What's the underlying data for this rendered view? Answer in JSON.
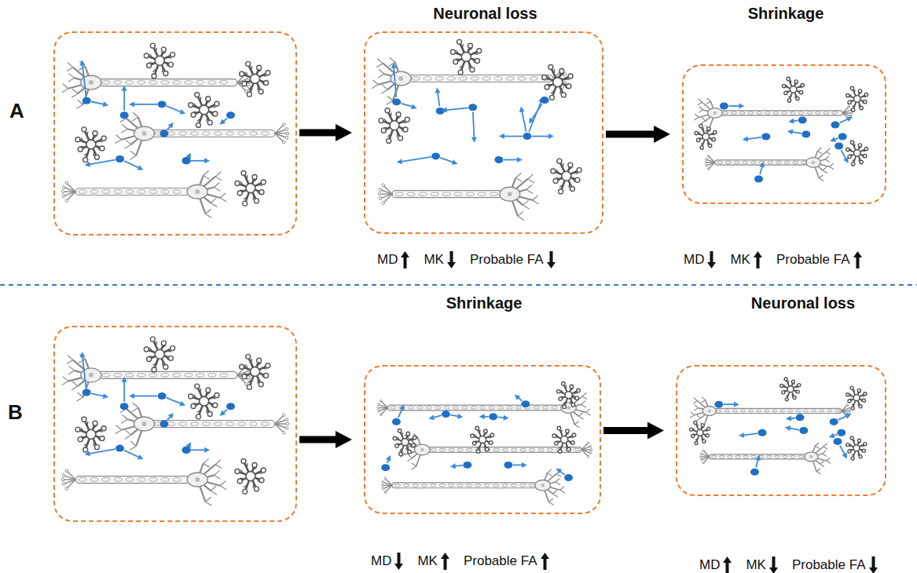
{
  "diagram": {
    "nodes": [
      {
        "text": [
          "A"
        ]
      },
      {
        "text": [
          "Neuronal loss",
          "MD",
          "MK",
          "Probable FA"
        ]
      },
      {
        "text": [
          "Shrinkage",
          "MD",
          "MK",
          "Probable FA"
        ]
      },
      {
        "text": [
          "B"
        ]
      },
      {
        "text": [
          "Shrinkage",
          "MD",
          "MK",
          "Probable FA"
        ]
      },
      {
        "text": [
          "Neuronal loss",
          "MD",
          "MK",
          "Probable FA"
        ]
      }
    ],
    "edges": [
      {
        "from": 0,
        "to": 1,
        "arrow": "to"
      },
      {
        "from": 1,
        "to": 2,
        "arrow": "to"
      },
      {
        "from": 3,
        "to": 4,
        "arrow": "to"
      },
      {
        "from": 4,
        "to": 5,
        "arrow": "to"
      }
    ]
  }
}
